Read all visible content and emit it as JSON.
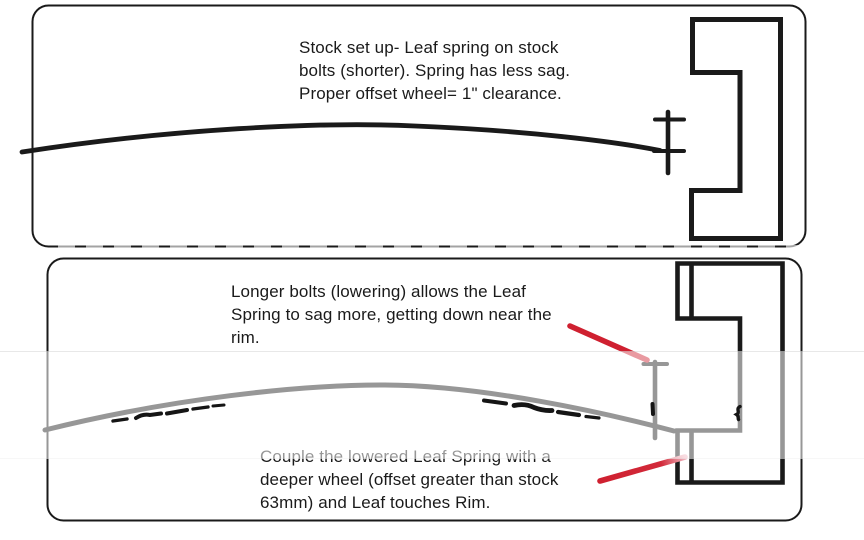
{
  "diagram_title": "Leaf spring lowering vs wheel offset diagram",
  "panels": {
    "stock": {
      "caption_lines": [
        "Stock set up- Leaf spring on stock",
        "bolts (shorter). Spring has less sag.",
        "Proper offset wheel= 1\" clearance."
      ]
    },
    "lowered": {
      "caption_upper_lines": [
        "Longer bolts (lowering) allows the Leaf",
        "Spring to sag more, getting down near the",
        "rim."
      ],
      "caption_lower_lines": [
        "Couple the lowered Leaf Spring with a",
        "deeper wheel (offset greater than stock",
        "63mm) and Leaf touches Rim."
      ]
    }
  },
  "colors": {
    "ink_black": "#1a1a1a",
    "panel_border": "#1a1a1a",
    "annotation_red": "#cf2030",
    "annotation_red_tip": "#f0b4be",
    "watermark_band_overlay": "rgba(255,255,255,0.55)",
    "grayed_stroke_appearance": "#999999",
    "background": "#ffffff"
  },
  "shapes": {
    "leaf_spring": "leaf-spring-curve",
    "bolt": "bolt-symbol",
    "rim": "wheel-rim-cross-section",
    "red_line": "red-annotation-line",
    "watermark": "watermark-band"
  }
}
